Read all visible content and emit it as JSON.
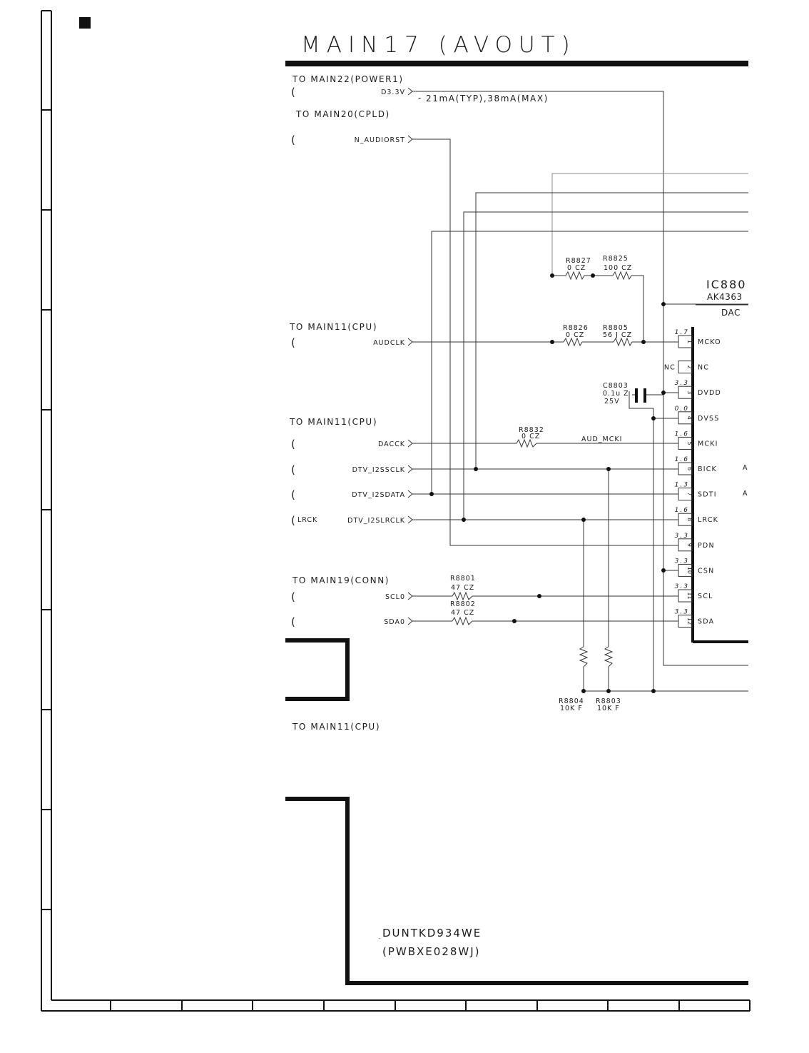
{
  "title": "MAIN17 (AVOUT)",
  "page_connectors": {
    "power": {
      "label": "TO MAIN22(POWER1)",
      "signal": "D3.3V",
      "note": "21mA(TYP),38mA(MAX)"
    },
    "cpld": {
      "label": "TO MAIN20(CPLD)",
      "signal": "N_AUDIORST"
    },
    "cpu_a": {
      "label": "TO MAIN11(CPU)",
      "signal": "AUDCLK"
    },
    "cpu_b": {
      "label": "TO MAIN11(CPU)",
      "signals": [
        "DACCK",
        "DTV_I2SSCLK",
        "DTV_I2SDATA",
        "DTV_I2SLRCLK"
      ],
      "lrck_tag": "LRCK"
    },
    "conn": {
      "label": "TO MAIN19(CONN)",
      "signals": [
        "SCL0",
        "SDA0"
      ]
    },
    "cpu_c": {
      "label": "TO MAIN11(CPU)"
    }
  },
  "components": {
    "r8827": {
      "ref": "R8827",
      "value": "0 CZ"
    },
    "r8825": {
      "ref": "R8825",
      "value": "100 CZ"
    },
    "r8826": {
      "ref": "R8826",
      "value": "0 CZ"
    },
    "r8805": {
      "ref": "R8805",
      "value": "56 J CZ"
    },
    "c8803": {
      "ref": "C8803",
      "value": "0.1u Z",
      "voltage": "25V"
    },
    "r8832": {
      "ref": "R8832",
      "value": "0 CZ",
      "net": "AUD_MCKI"
    },
    "r8801": {
      "ref": "R8801",
      "value": "47 CZ"
    },
    "r8802": {
      "ref": "R8802",
      "value": "47 CZ"
    },
    "r8804": {
      "ref": "R8804",
      "value": "10K F"
    },
    "r8803": {
      "ref": "R8803",
      "value": "10K F"
    }
  },
  "ic": {
    "ref": "IC880",
    "part": "AK4363",
    "function": "DAC",
    "pins": [
      {
        "num": "1",
        "name": "MCKO",
        "voltage": "1.7"
      },
      {
        "num": "2",
        "name": "NC",
        "voltage": "NC"
      },
      {
        "num": "3",
        "name": "DVDD",
        "voltage": "3.3"
      },
      {
        "num": "4",
        "name": "DVSS",
        "voltage": "0.0"
      },
      {
        "num": "5",
        "name": "MCKI",
        "voltage": "1.6"
      },
      {
        "num": "6",
        "name": "BICK",
        "voltage": "1.6"
      },
      {
        "num": "7",
        "name": "SDTI",
        "voltage": "1.3"
      },
      {
        "num": "8",
        "name": "LRCK",
        "voltage": "1.6"
      },
      {
        "num": "9",
        "name": "PDN",
        "voltage": "3.3"
      },
      {
        "num": "10",
        "name": "CSN",
        "voltage": "3.3"
      },
      {
        "num": "11",
        "name": "SCL",
        "voltage": "3.3"
      },
      {
        "num": "12",
        "name": "SDA",
        "voltage": "3.3"
      }
    ],
    "right_labels": [
      "A",
      "A"
    ]
  },
  "board": {
    "code": "DUNTKD934WE",
    "pwb": "(PWBXE028WJ)"
  }
}
